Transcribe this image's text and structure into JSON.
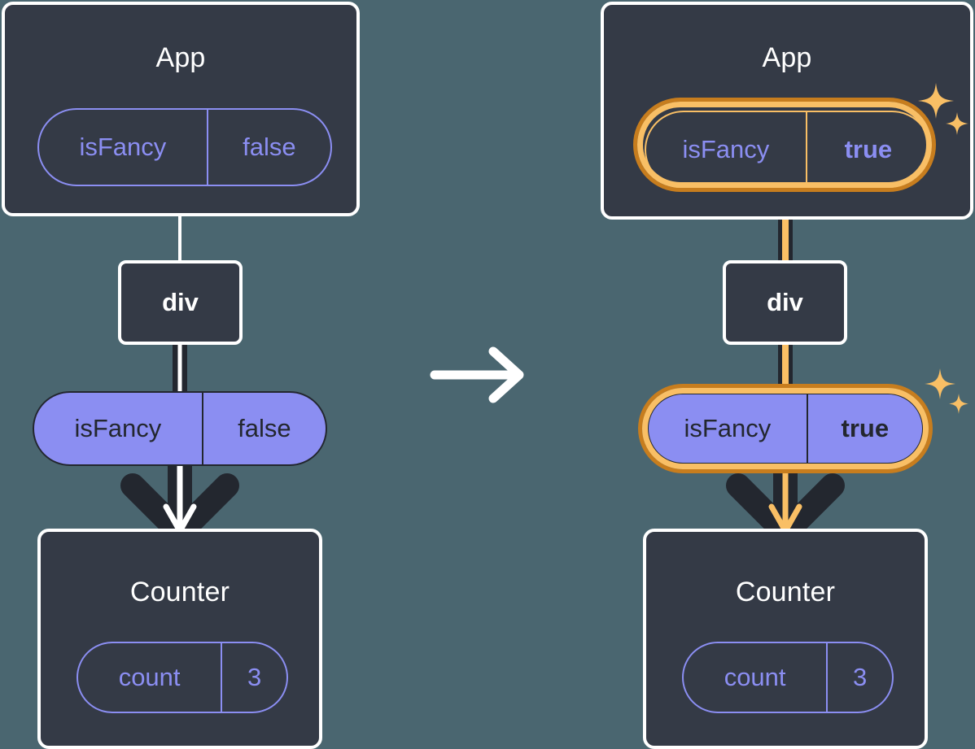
{
  "diagram": {
    "type": "react-state-propagation",
    "background_color": "#4a6670",
    "box_color": "#343a46",
    "accent_purple": "#8b8ef2",
    "accent_orange_light": "#f9bf65",
    "accent_orange_dark": "#c77d1e",
    "transition_icon": "right-arrow-icon",
    "panels": [
      {
        "id": "before",
        "app": {
          "title": "App",
          "state_pill": {
            "name": "isFancy",
            "value": "false",
            "style": "outline",
            "highlighted": false,
            "sparkles": false
          }
        },
        "div": {
          "label": "div"
        },
        "props_pill": {
          "name": "isFancy",
          "value": "false",
          "style": "filled",
          "highlighted": false,
          "sparkles": false
        },
        "counter": {
          "title": "Counter",
          "state_pill": {
            "name": "count",
            "value": "3",
            "style": "outline",
            "highlighted": false,
            "sparkles": false
          }
        },
        "connector_color": "#ffffff",
        "arrow_color": "#ffffff"
      },
      {
        "id": "after",
        "app": {
          "title": "App",
          "state_pill": {
            "name": "isFancy",
            "value": "true",
            "style": "outline",
            "highlighted": true,
            "sparkles": true
          }
        },
        "div": {
          "label": "div"
        },
        "props_pill": {
          "name": "isFancy",
          "value": "true",
          "style": "filled",
          "highlighted": true,
          "sparkles": true
        },
        "counter": {
          "title": "Counter",
          "state_pill": {
            "name": "count",
            "value": "3",
            "style": "outline",
            "highlighted": false,
            "sparkles": false
          }
        },
        "connector_color": "#f9bf65",
        "arrow_color": "#f9bf65"
      }
    ]
  }
}
